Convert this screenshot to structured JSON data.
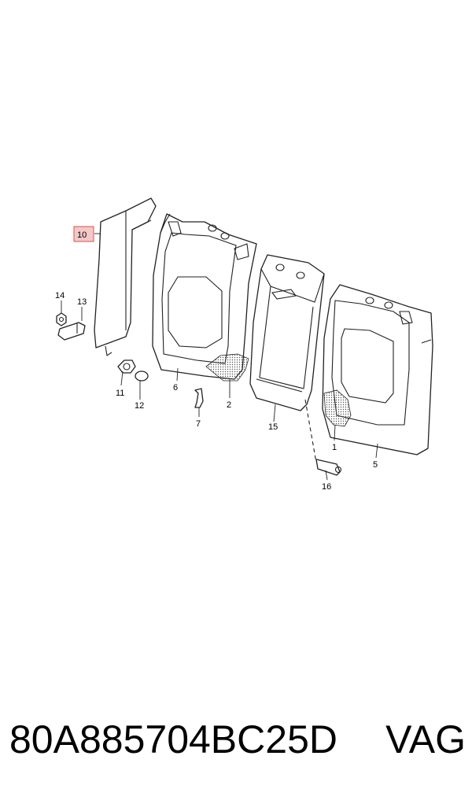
{
  "diagram": {
    "callouts": {
      "c1": "1",
      "c2": "2",
      "c5": "5",
      "c6": "6",
      "c7": "7",
      "c10": "10",
      "c11": "11",
      "c12": "12",
      "c13": "13",
      "c14": "14",
      "c15": "15",
      "c16": "16"
    },
    "highlight_color": "#f3c8c8",
    "highlight_border": "#d9534f",
    "hatch_color": "#555555"
  },
  "caption": {
    "part_number": "80A885704BC25D",
    "brand": "VAG"
  }
}
